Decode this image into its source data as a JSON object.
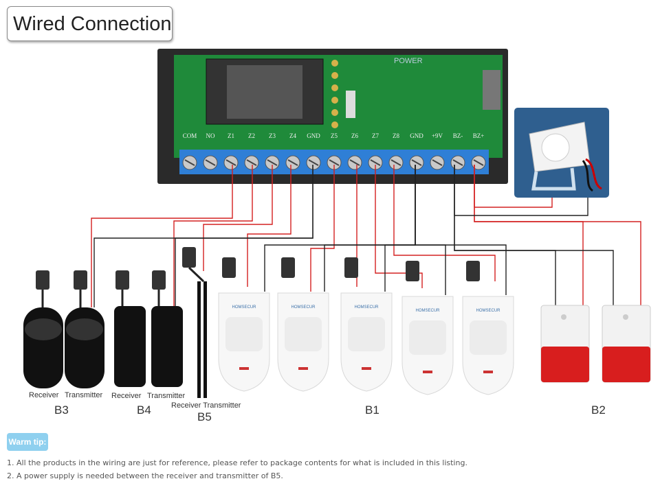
{
  "title": "Wired Connection",
  "board": {
    "power_label": "POWER",
    "terminals": [
      "COM",
      "NO",
      "Z1",
      "Z2",
      "Z3",
      "Z4",
      "GND",
      "Z5",
      "Z6",
      "Z7",
      "Z8",
      "GND",
      "+9V",
      "BZ-",
      "BZ+"
    ]
  },
  "groups": [
    {
      "id": "B3",
      "label": "B3",
      "parts": [
        "Receiver",
        "Transmitter"
      ]
    },
    {
      "id": "B4",
      "label": "B4",
      "parts": [
        "Receiver",
        "Transmitter"
      ]
    },
    {
      "id": "B5",
      "label": "B5",
      "parts": [
        "Receiver Transmitter"
      ]
    },
    {
      "id": "B1",
      "label": "B1",
      "brand": "HOMSECUR"
    },
    {
      "id": "B2",
      "label": "B2"
    }
  ],
  "colors": {
    "wire_red": "#d42020",
    "wire_black": "#222222",
    "board_green": "#1f8a3a",
    "terminal_blue": "#2f7fd6",
    "tip_blue": "#8fd0ef"
  },
  "tip": {
    "label": "Warm tip:",
    "notes": [
      "1. All the products in the wiring are just for reference, please refer to package contents for what is included in this listing.",
      "2. A power supply is needed between the receiver and transmitter of B5."
    ]
  }
}
